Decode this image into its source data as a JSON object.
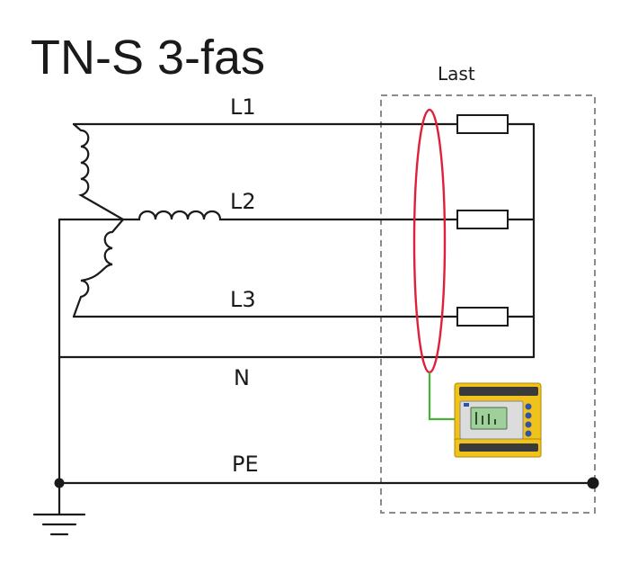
{
  "title": "TN-S 3-fas",
  "load_label": "Last",
  "conductors": {
    "l1": "L1",
    "l2": "L2",
    "l3": "L3",
    "n": "N",
    "pe": "PE"
  },
  "colors": {
    "wire": "#1a1a1a",
    "current_transformer": "#e0203a",
    "sense_line": "#49b13a",
    "load_box": "#8a8a94",
    "device_body": "#f1c21b"
  },
  "icons": {
    "ground": "ground-symbol-icon",
    "monitor": "residual-current-monitor-icon"
  }
}
